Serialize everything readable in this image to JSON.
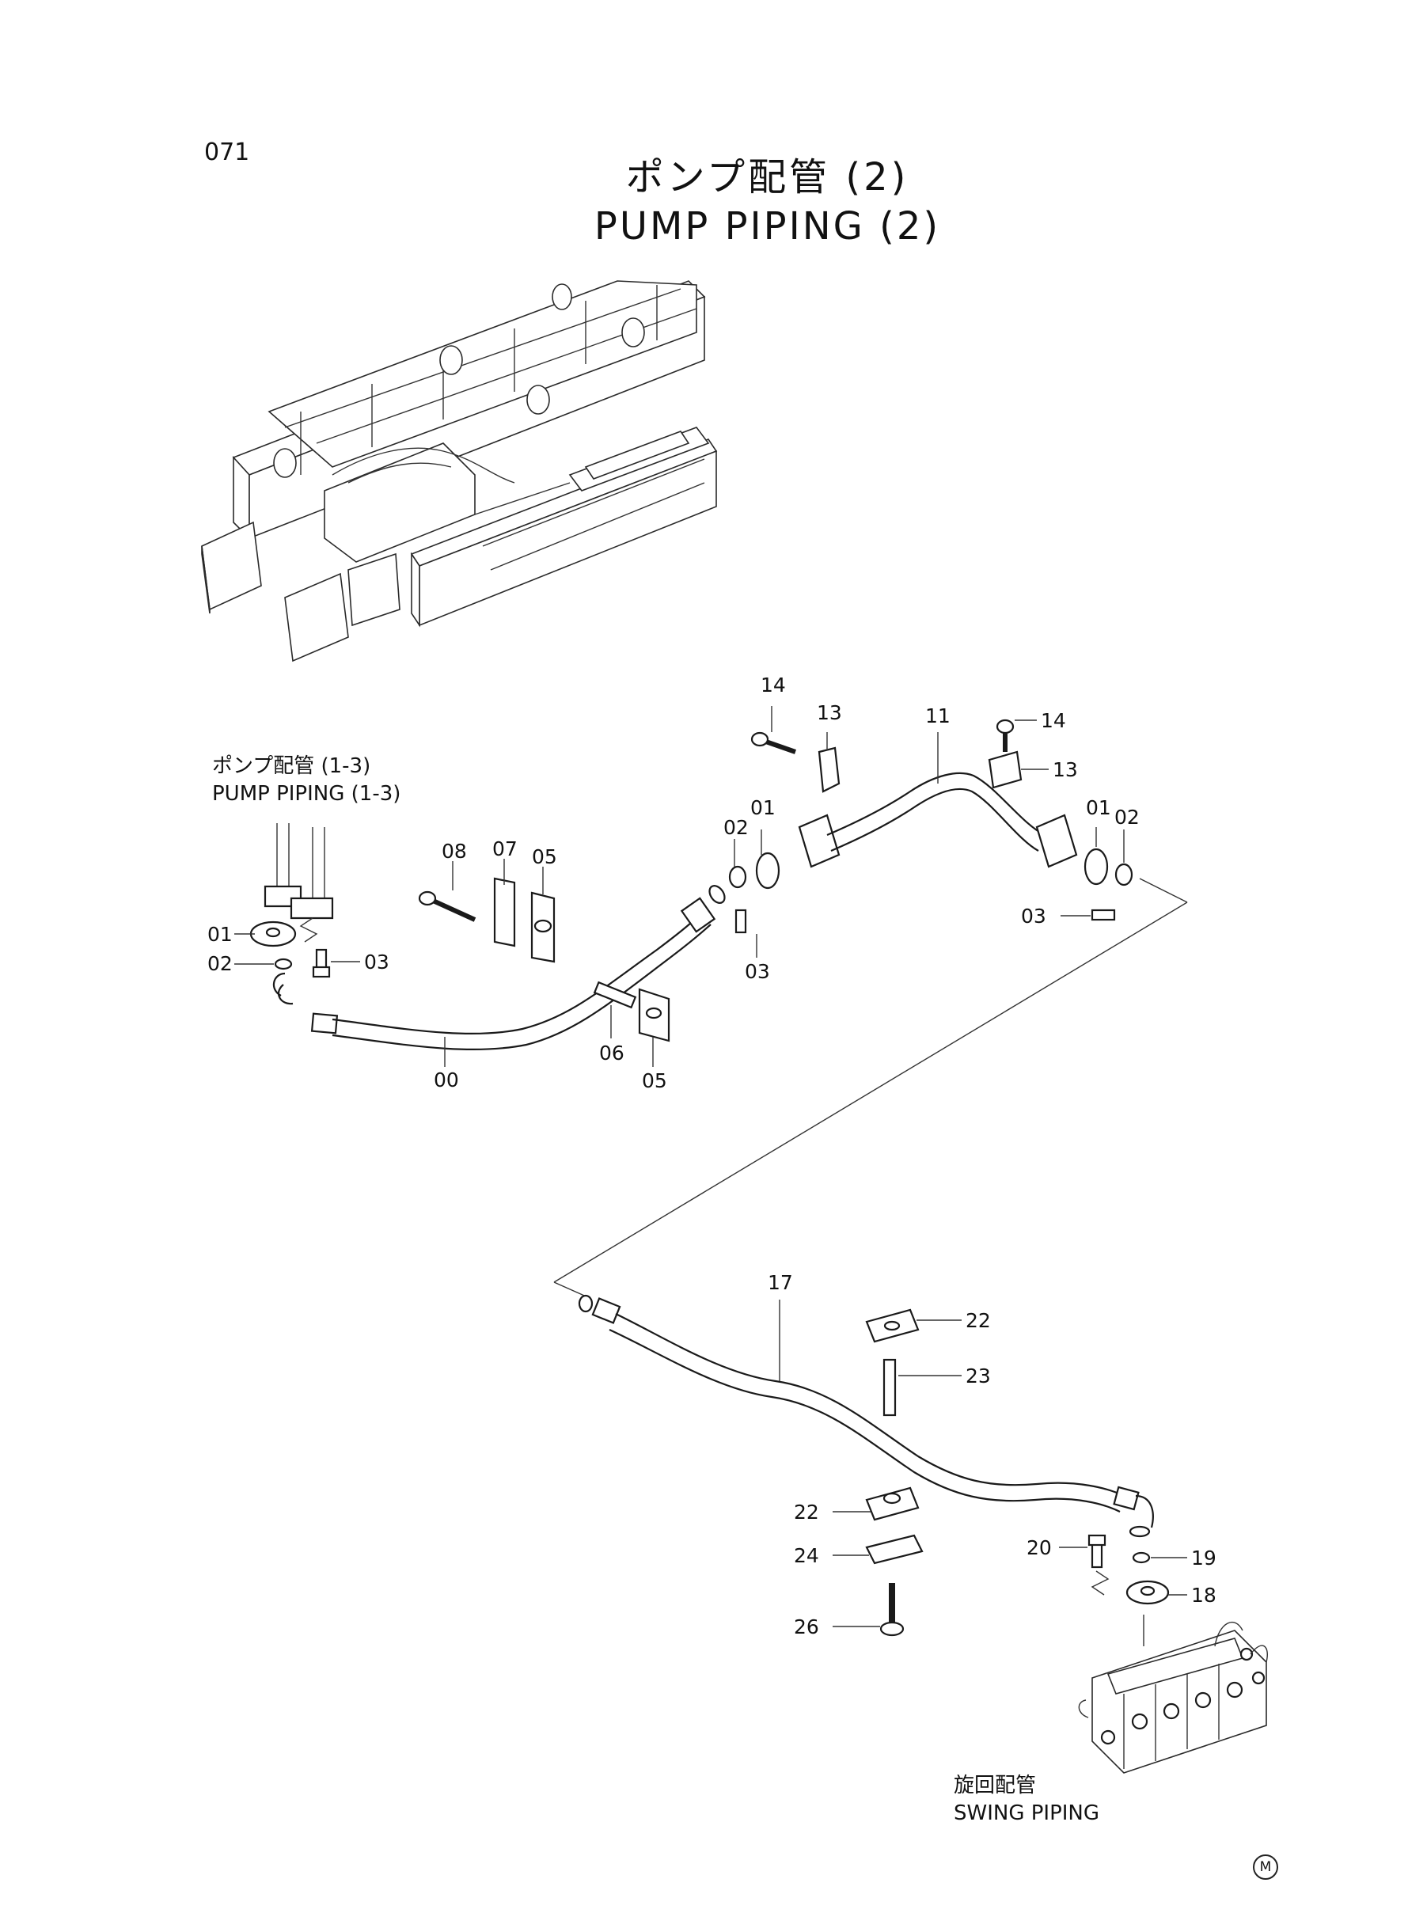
{
  "page": {
    "number": "071",
    "title_jp": "ポンプ配管 (2)",
    "title_en": "PUMP PIPING (2)"
  },
  "references": {
    "pump_piping_1_3": {
      "jp": "ポンプ配管 (1-3)",
      "en": "PUMP PIPING (1-3)"
    },
    "swing_piping": {
      "jp": "旋回配管",
      "en": "SWING PIPING"
    }
  },
  "callouts": {
    "c00": "00",
    "c01a": "01",
    "c01b": "01",
    "c01c": "01",
    "c02a": "02",
    "c02b": "02",
    "c02c": "02",
    "c03a": "03",
    "c03b": "03",
    "c03c": "03",
    "c05a": "05",
    "c05b": "05",
    "c06": "06",
    "c07": "07",
    "c08": "08",
    "c11": "11",
    "c13a": "13",
    "c13b": "13",
    "c14a": "14",
    "c14b": "14",
    "c17": "17",
    "c18": "18",
    "c19": "19",
    "c20": "20",
    "c22a": "22",
    "c22b": "22",
    "c23": "23",
    "c24": "24",
    "c26": "26"
  },
  "mark": "M"
}
